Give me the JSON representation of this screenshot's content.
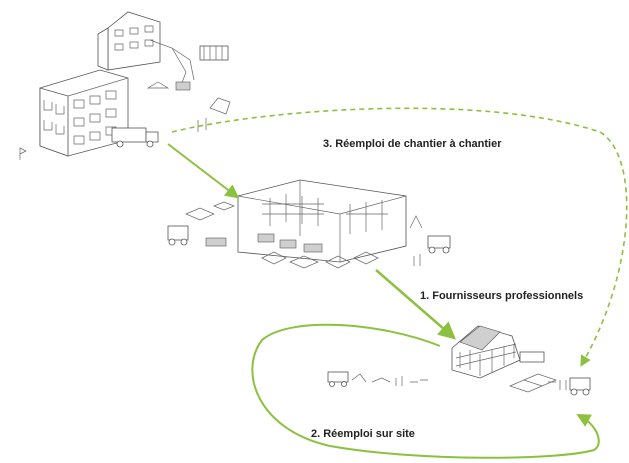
{
  "colors": {
    "arrow": "#8cc13f",
    "sketch": "#555555",
    "text": "#222222",
    "background": "#ffffff"
  },
  "labels": {
    "reuse_site_to_site": "3. Réemploi de chantier à chantier",
    "professional_suppliers": "1. Fournisseurs professionnels",
    "onsite_reuse": "2. Réemploi sur site"
  }
}
